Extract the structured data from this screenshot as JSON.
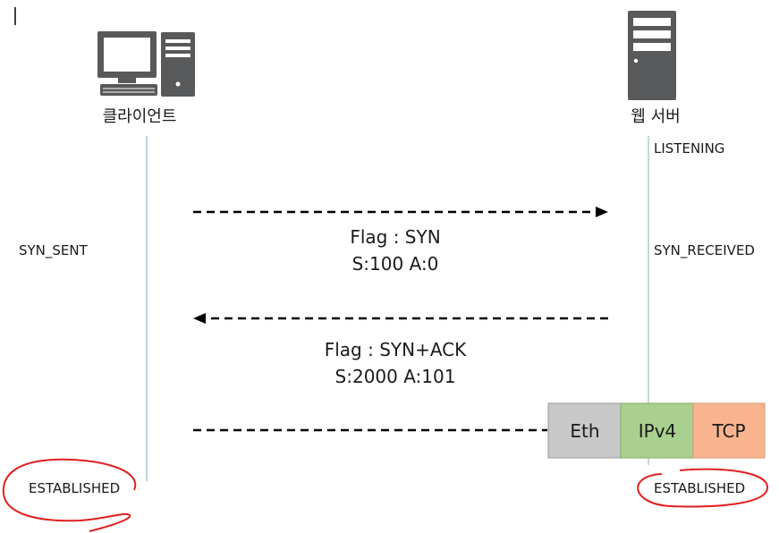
{
  "hosts": {
    "client": {
      "label": "클라이언트",
      "icon": "desktop-computer-icon"
    },
    "server": {
      "label": "웹 서버",
      "icon": "server-tower-icon"
    }
  },
  "states": {
    "server_listening": "LISTENING",
    "client_syn_sent": "SYN_SENT",
    "server_syn_received": "SYN_RECEIVED",
    "client_established": "ESTABLISHED",
    "server_established": "ESTABLISHED"
  },
  "messages": [
    {
      "direction": "client-to-server",
      "flag": "Flag : SYN",
      "seq": "S:100 A:0"
    },
    {
      "direction": "server-to-client",
      "flag": "Flag : SYN+ACK",
      "seq": "S:2000 A:101"
    },
    {
      "direction": "client-to-server",
      "flag": "",
      "seq": ""
    }
  ],
  "packet": {
    "layers": [
      {
        "label": "Eth",
        "color": "#c8c8c8"
      },
      {
        "label": "IPv4",
        "color": "#a9d08e"
      },
      {
        "label": "TCP",
        "color": "#f8b48e"
      }
    ]
  },
  "colors": {
    "lifeline": "#9fb8c6",
    "arrow": "#000000",
    "icon": "#58595b",
    "highlight": "#e02020"
  }
}
